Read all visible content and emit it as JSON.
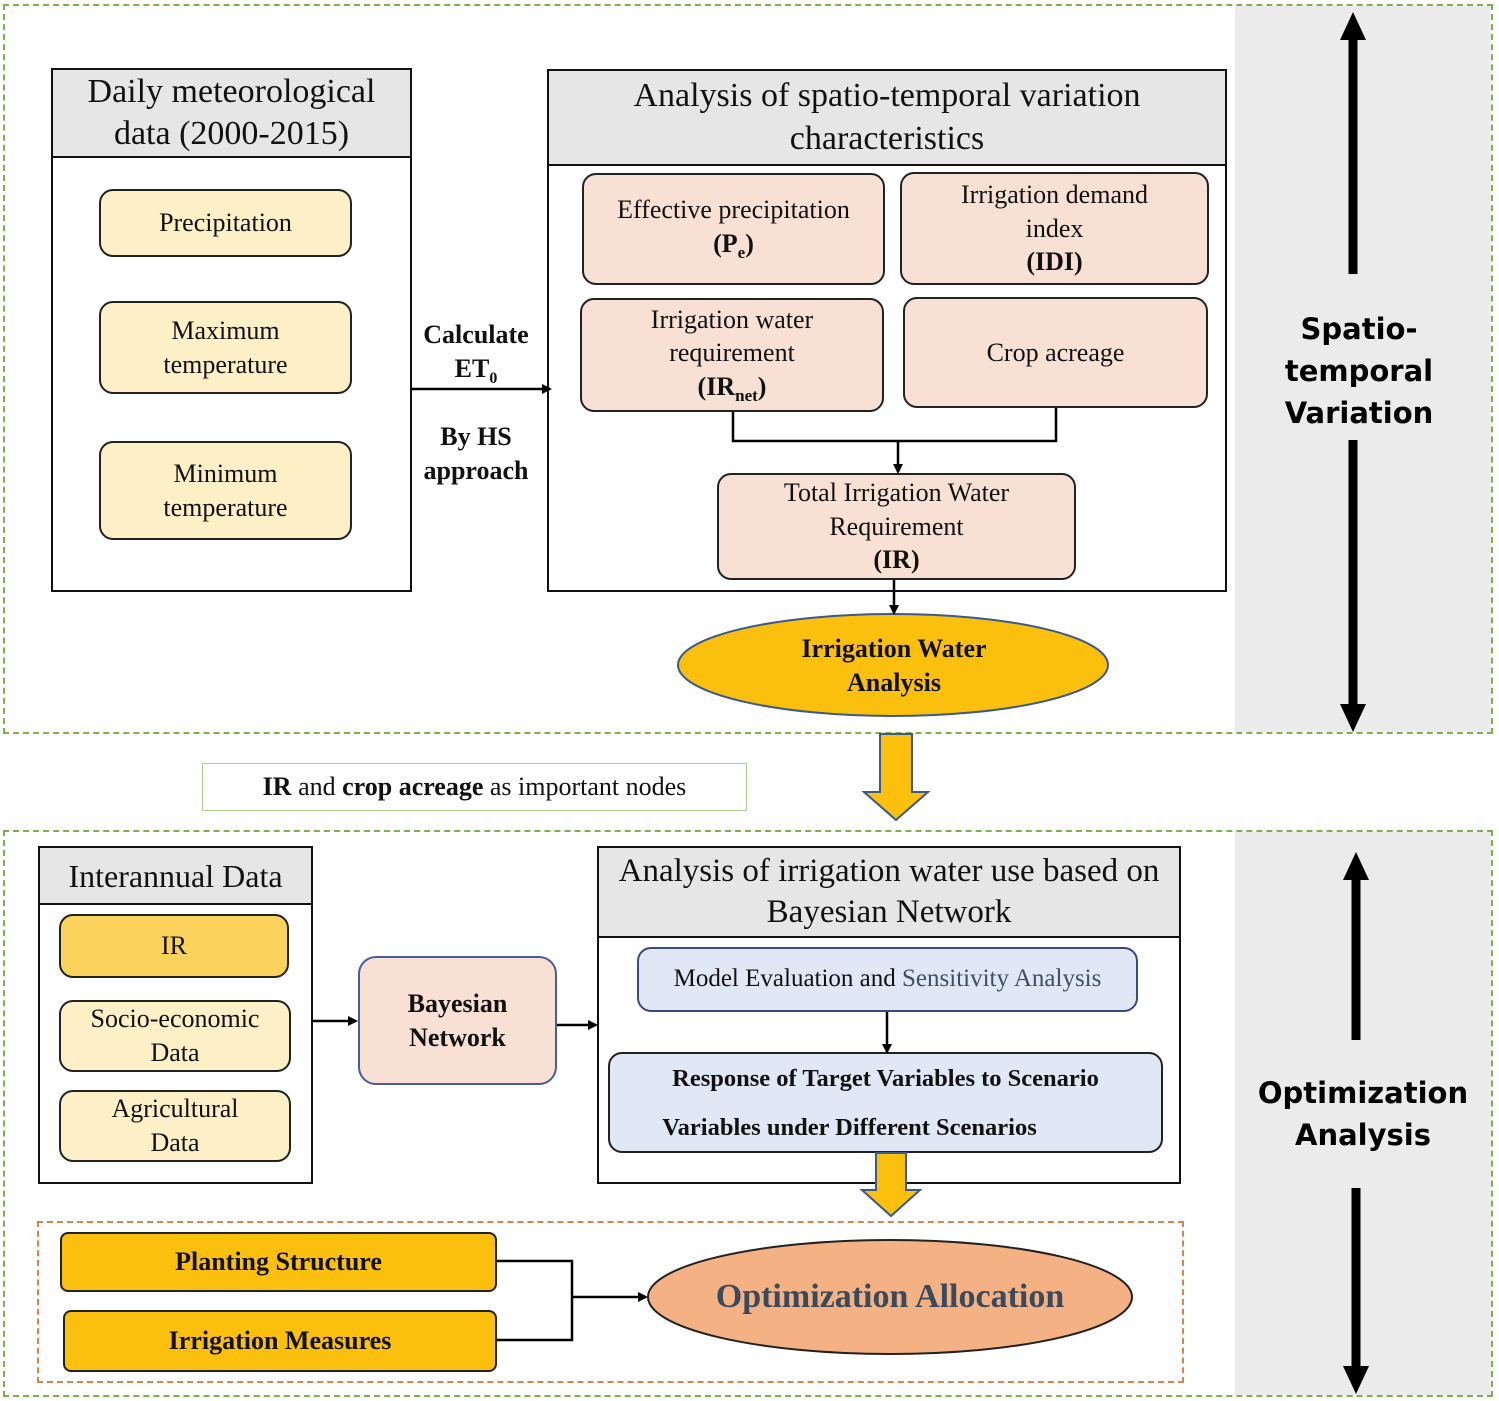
{
  "colors": {
    "section_border": "#7db14a",
    "side_panel": "#ebebeb",
    "cream_box": "#fdf0c6",
    "peach_box": "#f9e0d5",
    "gold_box": "#fbd35c",
    "orange_box": "#fbbf0e",
    "blue_box": "#e1e8f5",
    "ellipse_irrigation": "#fbbf0e",
    "ellipse_optimization": "#f4b183",
    "block_arrow": "#fbbf0e",
    "allocation_border": "#d9834f"
  },
  "top_section": {
    "side_label": [
      "Spatio-temporal",
      "Variation"
    ],
    "meteo": {
      "title": "Daily meteorological data (2000-2015)",
      "items": [
        [
          "Precipitation"
        ],
        [
          "Maximum",
          "temperature"
        ],
        [
          "Minimum",
          "temperature"
        ]
      ]
    },
    "calc": {
      "line1": "Calculate",
      "line2": "ET",
      "line2_sub": "0",
      "line3": "By HS",
      "line4": "approach"
    },
    "analysis": {
      "title": "Analysis of spatio-temporal variation characteristics",
      "effective_precip": {
        "text": "Effective precipitation",
        "symbol": "(P",
        "symbol_sub": "e",
        "symbol_end": ")"
      },
      "idi": {
        "line1": "Irrigation demand",
        "line2": "index",
        "symbol": "(IDI)"
      },
      "ir_net": {
        "line1": "Irrigation water",
        "line2": "requirement",
        "symbol": "(IR",
        "symbol_sub": "net",
        "symbol_end": ")"
      },
      "crop_acreage": "Crop acreage",
      "total_ir": {
        "line1": "Total Irrigation Water",
        "line2": "Requirement",
        "symbol": "(IR)"
      }
    },
    "irrigation_analysis": [
      "Irrigation Water",
      "Analysis"
    ]
  },
  "middle": {
    "note_bold1": "IR",
    "note_text1": " and ",
    "note_bold2": "crop acreage",
    "note_text2": " as important nodes"
  },
  "bottom_section": {
    "side_label": [
      "Optimization",
      "Analysis"
    ],
    "interannual": {
      "title": "Interannual Data",
      "items": [
        [
          "IR"
        ],
        [
          "Socio-economic",
          "Data"
        ],
        [
          "Agricultural",
          "Data"
        ]
      ]
    },
    "bayesian": [
      "Bayesian",
      "Network"
    ],
    "bn_analysis": {
      "title": "Analysis of irrigation water use based on Bayesian Network",
      "model_eval_a": "Model Evaluation and ",
      "model_eval_b": "Sensitivity Analysis",
      "response_line1": "Response of Target Variables to Scenario",
      "response_line2": "Variables under Different Scenarios"
    },
    "planting": "Planting Structure",
    "measures": "Irrigation Measures",
    "optimization": "Optimization Allocation"
  }
}
